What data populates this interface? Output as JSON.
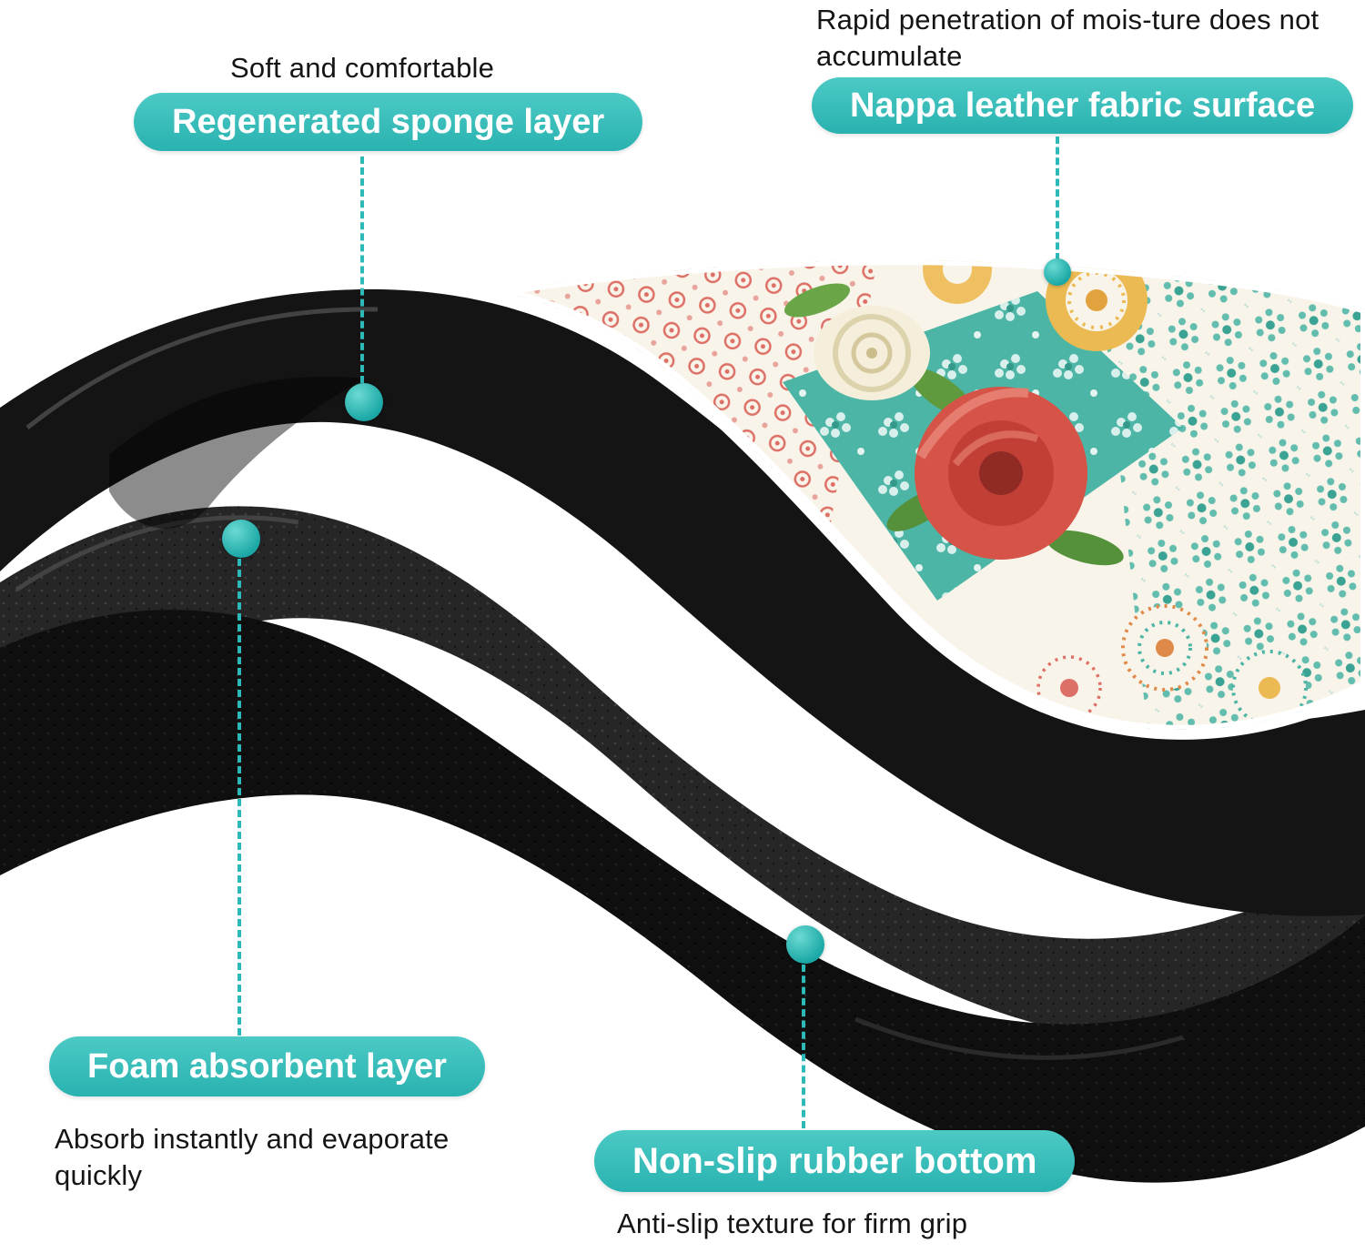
{
  "accent_color": "#2cb9b7",
  "callouts": {
    "sponge": {
      "note": "Soft and comfortable",
      "label": "Regenerated sponge layer"
    },
    "nappa": {
      "note": "Rapid penetration of mois-ture does not accumulate",
      "label": "Nappa leather fabric surface"
    },
    "foam": {
      "label": "Foam absorbent layer",
      "note": "Absorb instantly and evaporate quickly"
    },
    "rubber": {
      "label": "Non-slip rubber bottom",
      "note": "Anti-slip texture for firm grip"
    }
  }
}
